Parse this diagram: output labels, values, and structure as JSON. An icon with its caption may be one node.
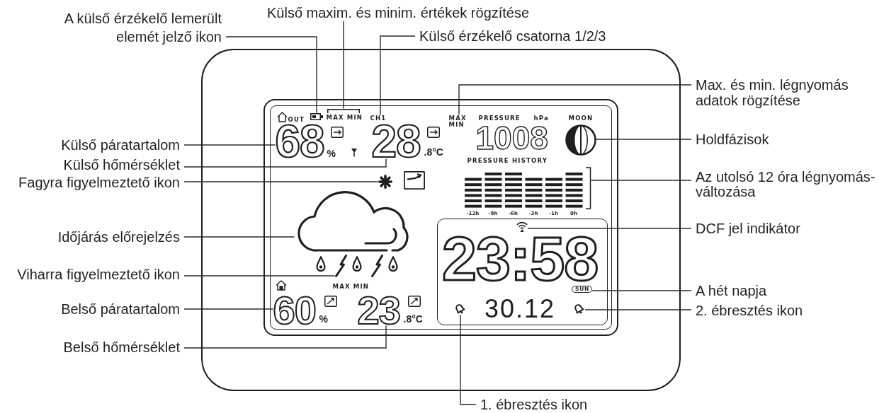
{
  "diagram": {
    "nodes": [
      {
        "text": [
          "A külső érzékelő lemerült elemét jelző ikon"
        ]
      },
      {
        "text": [
          "Külső maxim. és minim. értékek rögzítése"
        ]
      },
      {
        "text": [
          "Külső érzékelő csatorna 1/2/3"
        ]
      },
      {
        "text": [
          "Max. és min. légnyomás adatok rögzítése"
        ]
      },
      {
        "text": [
          "Külső páratartalom"
        ]
      },
      {
        "text": [
          "Holdfázisok"
        ]
      },
      {
        "text": [
          "Külső hőmérséklet"
        ]
      },
      {
        "text": [
          "Fagyra figyelmeztető ikon"
        ]
      },
      {
        "text": [
          "Az utolsó 12 óra légnyomás-változása"
        ]
      },
      {
        "text": [
          "Időjárás előrejelzés"
        ]
      },
      {
        "text": [
          "DCF jel indikátor"
        ]
      },
      {
        "text": [
          "Viharra figyelmeztető ikon"
        ]
      },
      {
        "text": [
          "A hét napja"
        ]
      },
      {
        "text": [
          "Belső páratartalom"
        ]
      },
      {
        "text": [
          "2. ébresztés ikon"
        ]
      },
      {
        "text": [
          "Belső hőmérséklet"
        ]
      },
      {
        "text": [
          "1. ébresztés ikon"
        ]
      },
      {
        "text": [],
        "shape": "box"
      },
      {
        "text": [
          "OUT",
          "PRESSURE",
          "hPa",
          "MOON",
          "1008",
          "PRESSURE HISTORY",
          "-12h",
          "-9h",
          "-6h",
          "-3h",
          "-1h",
          "0h",
          "MAX MIN"
        ],
        "in": 17
      },
      {
        "text": [],
        "shape": "picture",
        "in": 18
      },
      {
        "text": [
          "MAX MIN"
        ],
        "in": 18
      },
      {
        "text": [
          "CH1"
        ],
        "in": 18
      },
      {
        "text": [
          "MAX MIN"
        ],
        "in": 18
      },
      {
        "text": [
          "68",
          "%"
        ],
        "in": 18
      },
      {
        "text": [],
        "shape": "circle",
        "in": 18
      },
      {
        "text": [
          "28",
          ".8°C"
        ],
        "in": 18
      },
      {
        "text": [],
        "shape": "picture",
        "in": 18
      },
      {
        "text": [],
        "shape": "bar",
        "in": 18
      },
      {
        "text": [],
        "shape": "cloud",
        "in": 18
      },
      {
        "text": [
          "23:58",
          "30.12"
        ],
        "in": 18
      },
      {
        "text": [],
        "shape": "picture",
        "in": 29
      },
      {
        "text": [],
        "shape": "picture",
        "in": 18
      },
      {
        "text": [
          "SUN"
        ],
        "in": 29
      },
      {
        "text": [
          "60",
          "%"
        ],
        "in": 18
      },
      {
        "text": [],
        "shape": "picture",
        "in": 29
      },
      {
        "text": [
          "23",
          ".8°C"
        ],
        "in": 18
      },
      {
        "text": [],
        "shape": "picture",
        "in": 29
      }
    ],
    "edges": [
      {
        "from": 0,
        "to": 19,
        "arrow": "none"
      },
      {
        "from": 1,
        "to": 20,
        "arrow": "none"
      },
      {
        "from": 2,
        "to": 21,
        "arrow": "none"
      },
      {
        "from": 3,
        "to": 22,
        "arrow": "none"
      },
      {
        "from": 4,
        "to": 23,
        "arrow": "none"
      },
      {
        "from": 5,
        "to": 24,
        "arrow": "none"
      },
      {
        "from": 6,
        "to": 25,
        "arrow": "none"
      },
      {
        "from": 7,
        "to": 26,
        "arrow": "none"
      },
      {
        "from": 8,
        "to": 27,
        "arrow": "none"
      },
      {
        "from": 9,
        "to": 28,
        "arrow": "none"
      },
      {
        "from": 10,
        "to": 30,
        "arrow": "none"
      },
      {
        "from": 11,
        "to": 31,
        "arrow": "none"
      },
      {
        "from": 12,
        "to": 32,
        "arrow": "none"
      },
      {
        "from": 13,
        "to": 33,
        "arrow": "none"
      },
      {
        "from": 14,
        "to": 34,
        "arrow": "none"
      },
      {
        "from": 15,
        "to": 35,
        "arrow": "none"
      },
      {
        "from": 16,
        "to": 36,
        "arrow": "none"
      }
    ]
  }
}
